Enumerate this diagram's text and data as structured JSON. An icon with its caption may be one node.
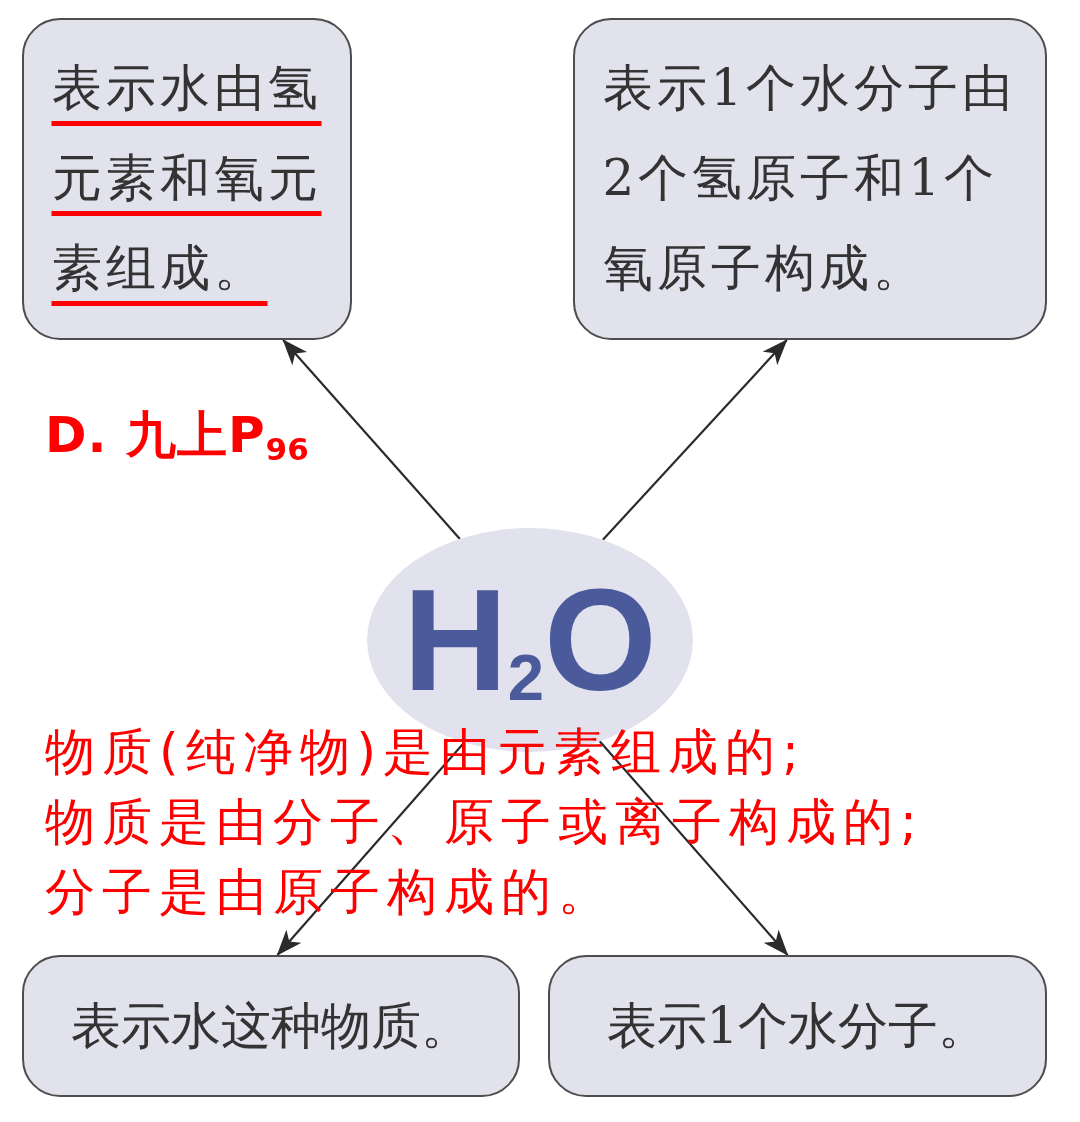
{
  "diagram": {
    "nodes": [
      {
        "text": [
          "表示水由氢元素和氧元素组成。"
        ]
      },
      {
        "text": [
          "表示1个水分子由2个氢原子和1个氧原子构成。"
        ]
      },
      {
        "text": [
          "H$_{2}$O"
        ]
      },
      {
        "text": [
          "表示水这种物质。"
        ]
      },
      {
        "text": [
          "表示1个水分子。"
        ]
      }
    ],
    "edges": [
      {
        "from": 2,
        "to": 0,
        "arrow": "to"
      },
      {
        "from": 2,
        "to": 1,
        "arrow": "to"
      },
      {
        "from": 2,
        "to": 3,
        "arrow": "to"
      },
      {
        "from": 2,
        "to": 4,
        "arrow": "to"
      }
    ],
    "labels": [
      "D. 九上P$_{96}$",
      "物质(纯净物)是由元素组成的;",
      "物质是由分子、原子或离子构成的;",
      "分子是由原子构成的。"
    ]
  }
}
